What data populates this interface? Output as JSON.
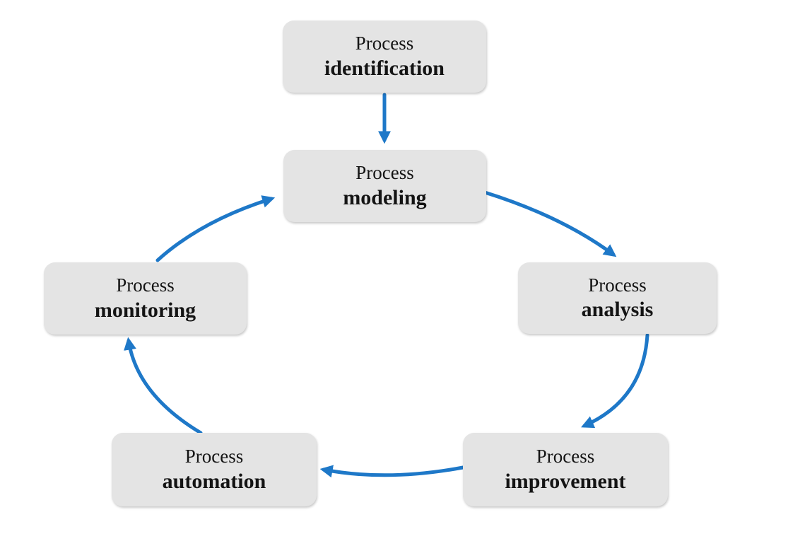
{
  "diagram": {
    "type": "cycle",
    "background": "#ffffff",
    "colors": {
      "arrow": "#1e78c8",
      "node_fill": "#e4e4e4",
      "text": "#141414"
    },
    "nodes": [
      {
        "id": "identification",
        "line1": "Process",
        "line2": "identification"
      },
      {
        "id": "modeling",
        "line1": "Process",
        "line2": "modeling"
      },
      {
        "id": "analysis",
        "line1": "Process",
        "line2": "analysis"
      },
      {
        "id": "improvement",
        "line1": "Process",
        "line2": "improvement"
      },
      {
        "id": "automation",
        "line1": "Process",
        "line2": "automation"
      },
      {
        "id": "monitoring",
        "line1": "Process",
        "line2": "monitoring"
      }
    ],
    "edges": [
      {
        "from": "identification",
        "to": "modeling"
      },
      {
        "from": "modeling",
        "to": "analysis"
      },
      {
        "from": "analysis",
        "to": "improvement"
      },
      {
        "from": "improvement",
        "to": "automation"
      },
      {
        "from": "automation",
        "to": "monitoring"
      },
      {
        "from": "monitoring",
        "to": "modeling"
      }
    ]
  }
}
